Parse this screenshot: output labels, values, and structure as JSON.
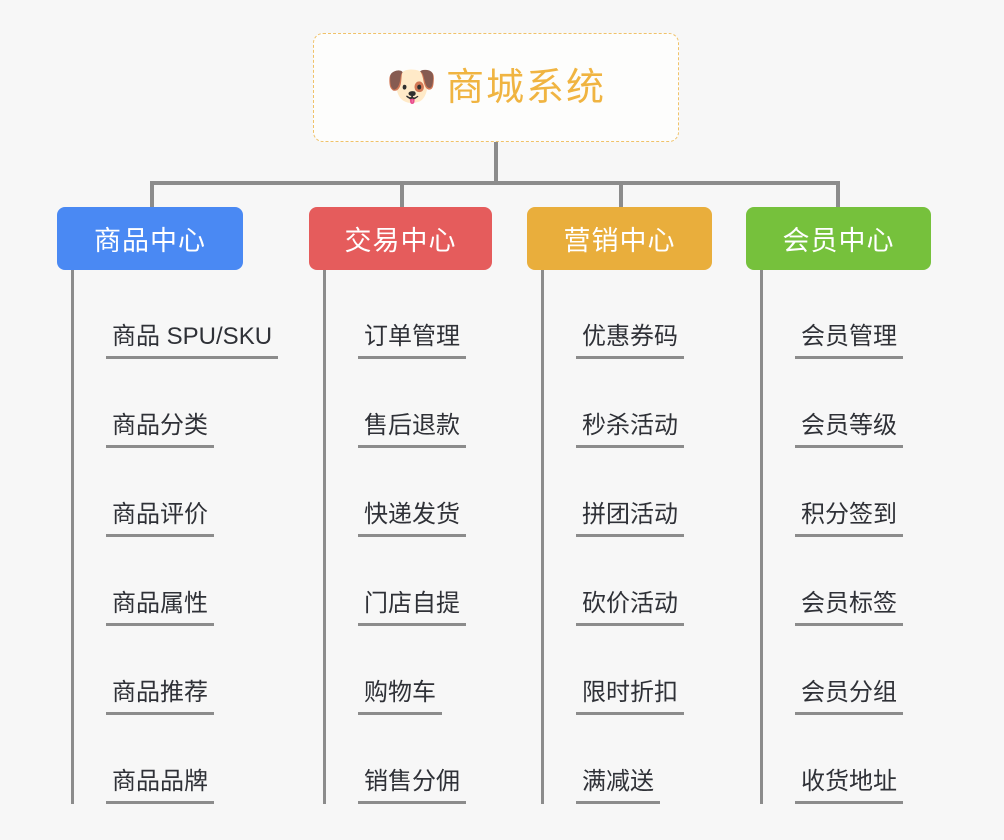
{
  "page": {
    "background_color": "#f7f7f7",
    "diagram_type": "mind-map"
  },
  "root": {
    "icon": "shiba-dog-face-emoji",
    "icon_glyph": "🐶",
    "title": "商城系统",
    "title_color": "#f0b441",
    "border_color": "#f0c269"
  },
  "branches": [
    {
      "label": "商品中心",
      "color": "#4a89f3",
      "items": [
        "商品 SPU/SKU",
        "商品分类",
        "商品评价",
        "商品属性",
        "商品推荐",
        "商品品牌"
      ]
    },
    {
      "label": "交易中心",
      "color": "#e55c5c",
      "items": [
        "订单管理",
        "售后退款",
        "快递发货",
        "门店自提",
        "购物车",
        "销售分佣"
      ]
    },
    {
      "label": "营销中心",
      "color": "#e9ae3c",
      "items": [
        "优惠券码",
        "秒杀活动",
        "拼团活动",
        "砍价活动",
        "限时折扣",
        "满减送"
      ]
    },
    {
      "label": "会员中心",
      "color": "#76c13c",
      "items": [
        "会员管理",
        "会员等级",
        "积分签到",
        "会员标签",
        "会员分组",
        "收货地址"
      ]
    }
  ],
  "connector_color": "#8c8c8c"
}
